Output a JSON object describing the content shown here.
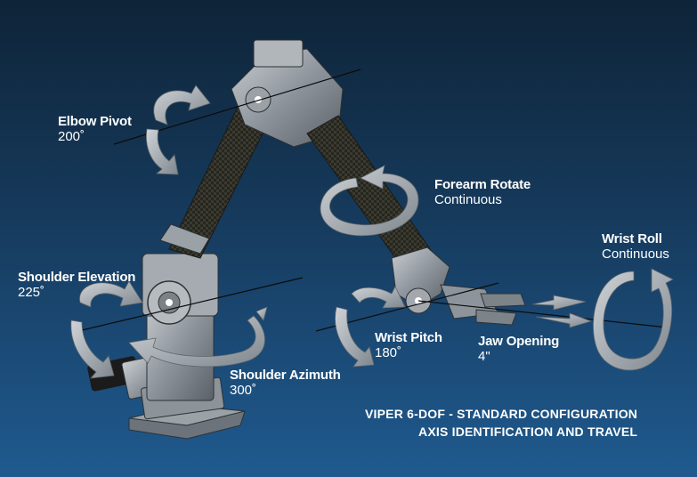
{
  "axes": {
    "elbow_pivot": {
      "name": "Elbow Pivot",
      "travel": "200˚"
    },
    "forearm_rotate": {
      "name": "Forearm Rotate",
      "travel": "Continuous"
    },
    "wrist_roll": {
      "name": "Wrist Roll",
      "travel": "Continuous"
    },
    "shoulder_elevation": {
      "name": "Shoulder Elevation",
      "travel": "225˚"
    },
    "wrist_pitch": {
      "name": "Wrist Pitch",
      "travel": "180˚"
    },
    "jaw_opening": {
      "name": "Jaw Opening",
      "travel": "4\""
    },
    "shoulder_azimuth": {
      "name": "Shoulder Azimuth",
      "travel": "300˚"
    }
  },
  "caption": {
    "line1": "VIPER 6-DOF - STANDARD CONFIGURATION",
    "line2": "AXIS IDENTIFICATION AND TRAVEL"
  },
  "colors": {
    "background_top": "#0e2438",
    "background_bottom": "#1f5a8f",
    "arrow": "#9fa7ae",
    "robot_metal": "#8d949b",
    "carbon_tube": "#2a2a24"
  }
}
